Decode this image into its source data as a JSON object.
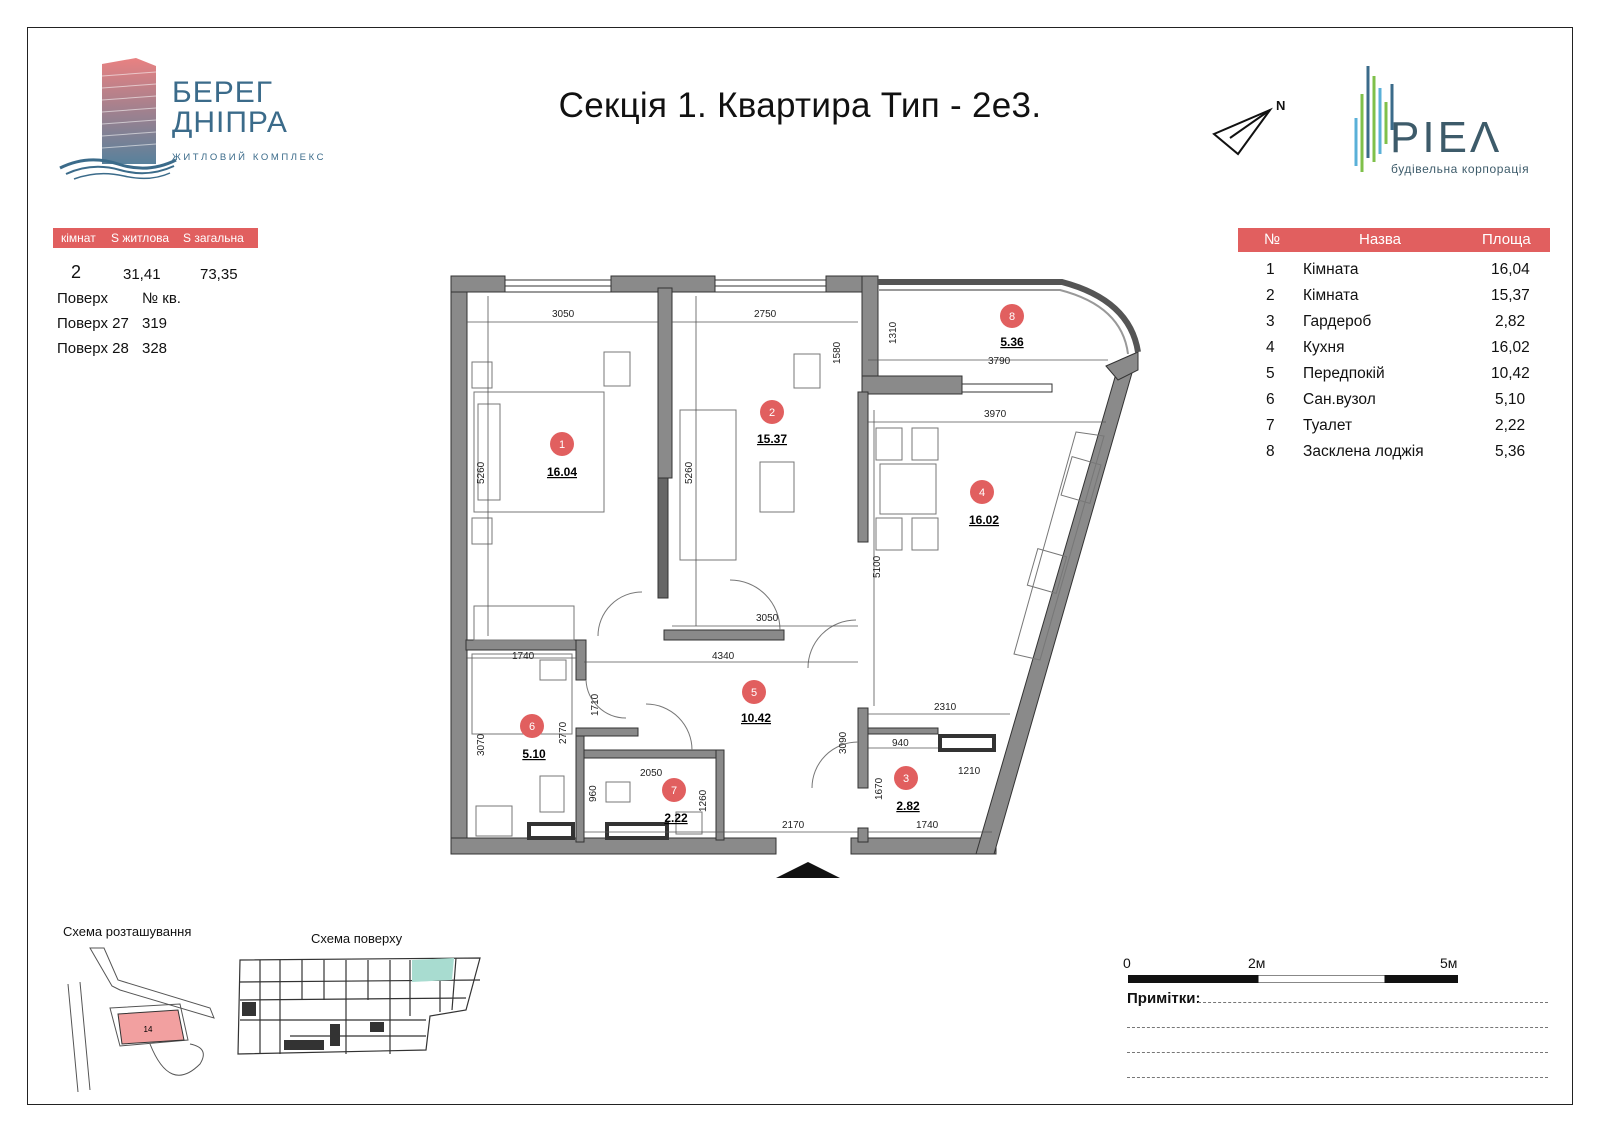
{
  "title": "Секція 1. Квартира Тип - 2е3.",
  "logo_left": {
    "line1": "БЕРЕГ",
    "line2": "ДНІПРА",
    "tagline": "ЖИТЛОВИЙ КОМПЛЕКС"
  },
  "logo_right": {
    "name": "PIEΛ",
    "tagline": "будівельна корпорація"
  },
  "compass_label": "N",
  "summary": {
    "headers": [
      "кімнат",
      "S житлова",
      "S загальна"
    ],
    "values": [
      "2",
      "31,41",
      "73,35"
    ],
    "floor_header": [
      "Поверх",
      "№ кв."
    ],
    "floors": [
      {
        "floor": "Поверх 27",
        "apt": "319"
      },
      {
        "floor": "Поверх 28",
        "apt": "328"
      }
    ]
  },
  "legend": {
    "headers": [
      "№",
      "Назва",
      "Площа"
    ],
    "rows": [
      {
        "n": "1",
        "name": "Кімната",
        "area": "16,04"
      },
      {
        "n": "2",
        "name": "Кімната",
        "area": "15,37"
      },
      {
        "n": "3",
        "name": "Гардероб",
        "area": "2,82"
      },
      {
        "n": "4",
        "name": "Кухня",
        "area": "16,02"
      },
      {
        "n": "5",
        "name": "Передпокій",
        "area": "10,42"
      },
      {
        "n": "6",
        "name": "Сан.вузол",
        "area": "5,10"
      },
      {
        "n": "7",
        "name": "Туалет",
        "area": "2,22"
      },
      {
        "n": "8",
        "name": "Засклена лоджія",
        "area": "5,36"
      }
    ]
  },
  "plan": {
    "rooms": [
      {
        "n": "1",
        "area": "16.04"
      },
      {
        "n": "2",
        "area": "15.37"
      },
      {
        "n": "3",
        "area": "2.82"
      },
      {
        "n": "4",
        "area": "16.02"
      },
      {
        "n": "5",
        "area": "10.42"
      },
      {
        "n": "6",
        "area": "5.10"
      },
      {
        "n": "7",
        "area": "2.22"
      },
      {
        "n": "8",
        "area": "5.36"
      }
    ],
    "dimensions": [
      "3050",
      "2750",
      "1580",
      "1310",
      "3790",
      "3970",
      "5260",
      "5260",
      "5100",
      "3050",
      "1740",
      "4340",
      "1710",
      "2770",
      "3070",
      "2310",
      "940",
      "1210",
      "3090",
      "1670",
      "1740",
      "2050",
      "960",
      "1260",
      "2170"
    ]
  },
  "schemes": {
    "location_title": "Схема розташування",
    "floor_title": "Схема поверху",
    "building_number": "14"
  },
  "scale": {
    "labels": [
      "0",
      "2м",
      "5м"
    ]
  },
  "notes_label": "Примітки:",
  "colors": {
    "accent": "#e15f5f",
    "wall": "#8a8a8a",
    "brand_blue": "#3b6b8a",
    "floor_highlight": "#a8dcd0"
  }
}
